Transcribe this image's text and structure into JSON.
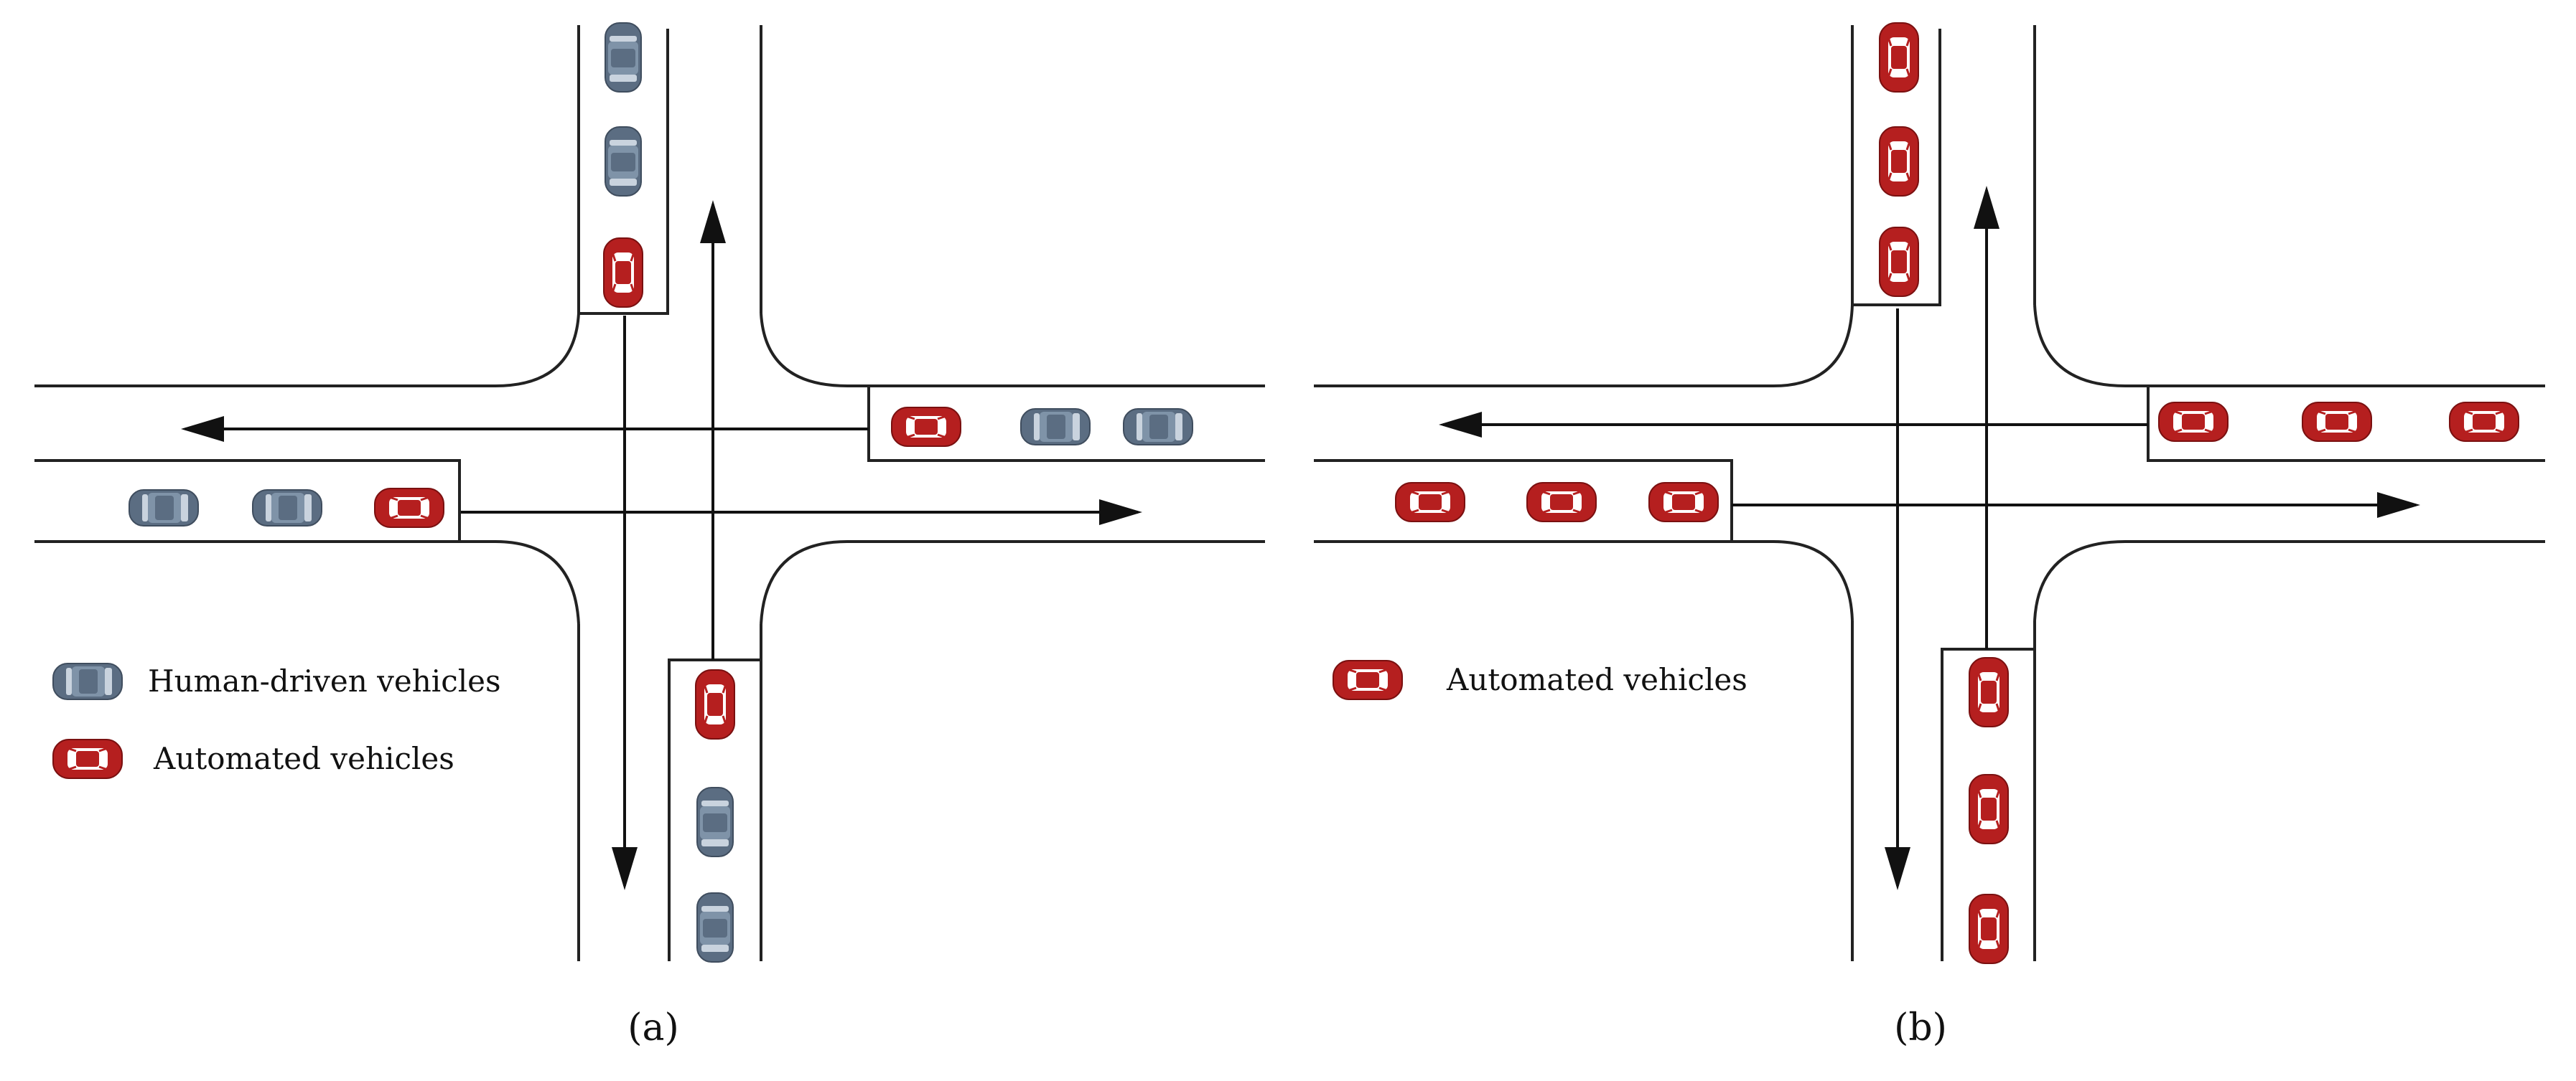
{
  "panels": [
    {
      "caption": "(a)",
      "legend": [
        {
          "label": "Human-driven vehicles",
          "vehicle": "human-driven"
        },
        {
          "label": "Automated vehicles",
          "vehicle": "automated"
        }
      ],
      "vehicles": {
        "north_queue": [
          "human-driven",
          "human-driven",
          "automated"
        ],
        "east_queue": [
          "automated",
          "human-driven",
          "human-driven"
        ],
        "west_queue": [
          "human-driven",
          "human-driven",
          "automated"
        ],
        "south_queue": [
          "automated",
          "human-driven",
          "human-driven"
        ]
      }
    },
    {
      "caption": "(b)",
      "legend": [
        {
          "label": "Automated vehicles",
          "vehicle": "automated"
        }
      ],
      "vehicles": {
        "north_queue": [
          "automated",
          "automated",
          "automated"
        ],
        "east_queue": [
          "automated",
          "automated",
          "automated"
        ],
        "west_queue": [
          "automated",
          "automated",
          "automated"
        ],
        "south_queue": [
          "automated",
          "automated",
          "automated"
        ]
      }
    }
  ],
  "colors": {
    "road_line": "#222222",
    "lane_divider": "#8c8c8c",
    "arrow": "#111111",
    "human_driven_body": "#5b6d82",
    "automated_body": "#b51f1f"
  }
}
